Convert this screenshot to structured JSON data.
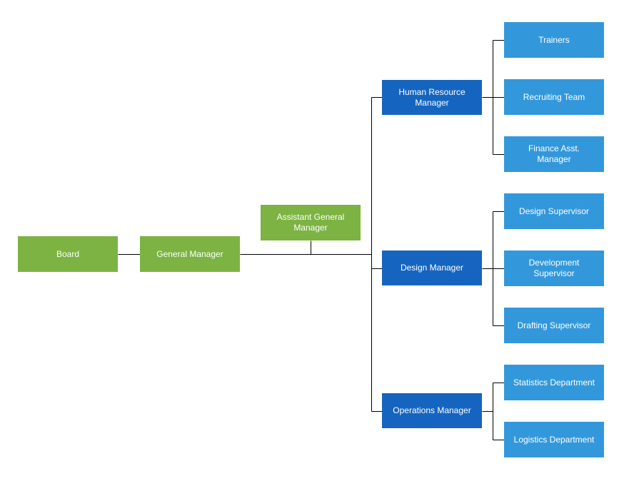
{
  "diagram": {
    "type": "org-chart",
    "colors": {
      "level1": "#7cb342",
      "level2": "#1565c0",
      "level3": "#3398db",
      "connector": "#000000",
      "text": "#ffffff"
    },
    "nodes": {
      "board": {
        "label": "Board"
      },
      "general_manager": {
        "label": "General Manager"
      },
      "assistant_general_manager": {
        "label": "Assistant General Manager"
      },
      "hr_manager": {
        "label": "Human Resource Manager"
      },
      "design_manager": {
        "label": "Design Manager"
      },
      "operations_manager": {
        "label": "Operations Manager"
      },
      "trainers": {
        "label": "Trainers"
      },
      "recruiting_team": {
        "label": "Recruiting Team"
      },
      "finance_asst_manager": {
        "label": "Finance Asst. Manager"
      },
      "design_supervisor": {
        "label": "Design Supervisor"
      },
      "development_supervisor": {
        "label": "Development Supervisor"
      },
      "drafting_supervisor": {
        "label": "Drafting Supervisor"
      },
      "statistics_department": {
        "label": "Statistics Department"
      },
      "logistics_department": {
        "label": "Logistics Department"
      }
    },
    "edges": [
      {
        "from": "board",
        "to": "general_manager"
      },
      {
        "from": "general_manager",
        "to": "assistant_general_manager"
      },
      {
        "from": "general_manager",
        "to": "hr_manager"
      },
      {
        "from": "general_manager",
        "to": "design_manager"
      },
      {
        "from": "general_manager",
        "to": "operations_manager"
      },
      {
        "from": "hr_manager",
        "to": "trainers"
      },
      {
        "from": "hr_manager",
        "to": "recruiting_team"
      },
      {
        "from": "hr_manager",
        "to": "finance_asst_manager"
      },
      {
        "from": "design_manager",
        "to": "design_supervisor"
      },
      {
        "from": "design_manager",
        "to": "development_supervisor"
      },
      {
        "from": "design_manager",
        "to": "drafting_supervisor"
      },
      {
        "from": "operations_manager",
        "to": "statistics_department"
      },
      {
        "from": "operations_manager",
        "to": "logistics_department"
      }
    ]
  }
}
